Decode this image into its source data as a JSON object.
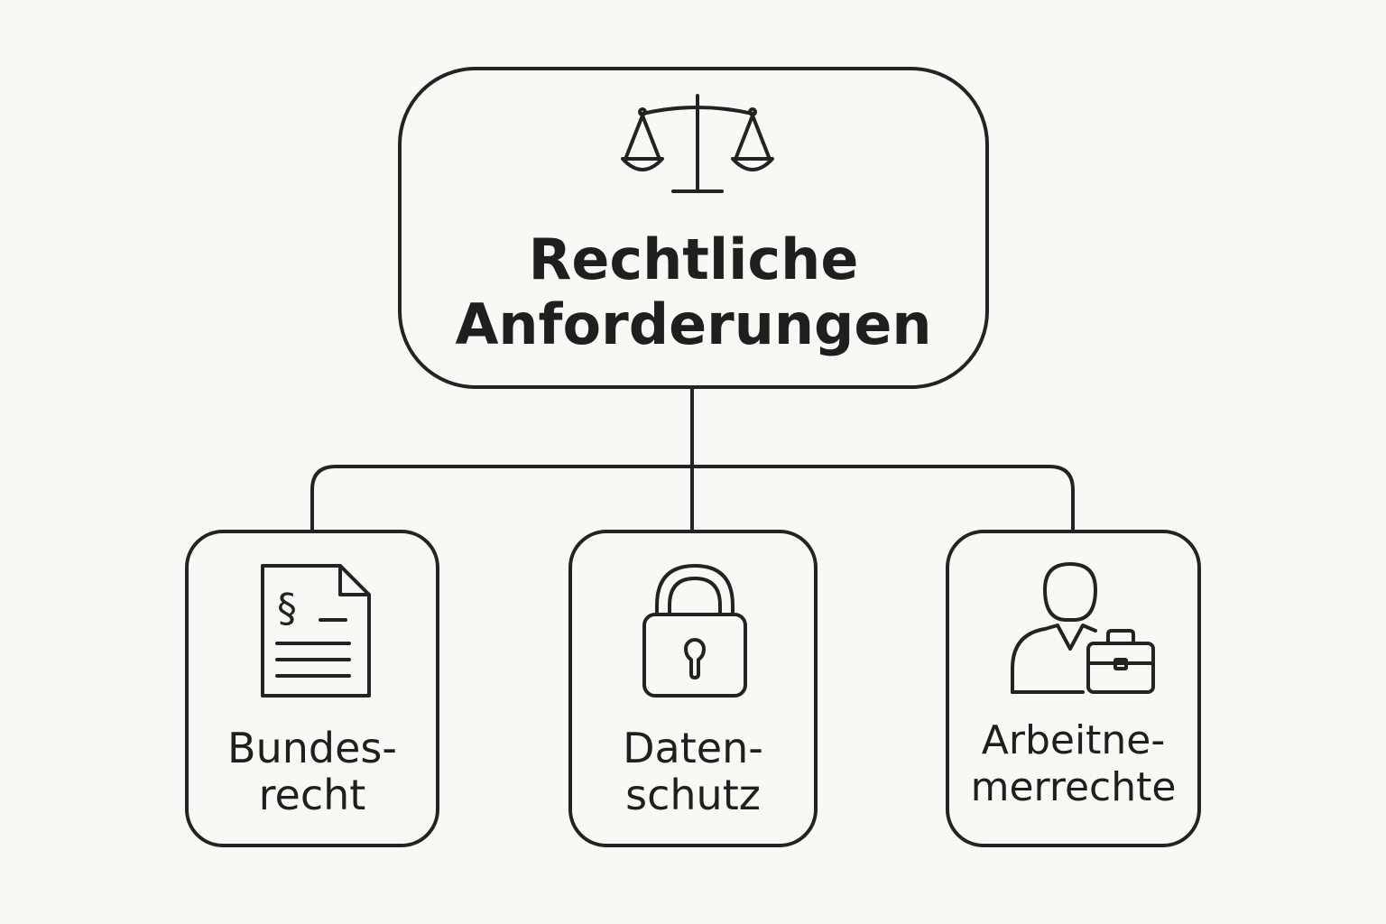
{
  "diagram": {
    "root": {
      "title_line_1": "Rechtliche",
      "title_line_2": "Anforderungen",
      "icon": "scales-icon"
    },
    "children": [
      {
        "label_line_1": "Bundes-",
        "label_line_2": "recht",
        "icon": "paragraph-document-icon"
      },
      {
        "label_line_1": "Daten-",
        "label_line_2": "schutz",
        "icon": "lock-icon"
      },
      {
        "label_line_1": "Arbeitne-",
        "label_line_2": "merrechte",
        "icon": "employee-briefcase-icon"
      }
    ],
    "document_glyph": "§",
    "colors": {
      "background": "#faf8f4",
      "stroke": "#232323"
    }
  }
}
